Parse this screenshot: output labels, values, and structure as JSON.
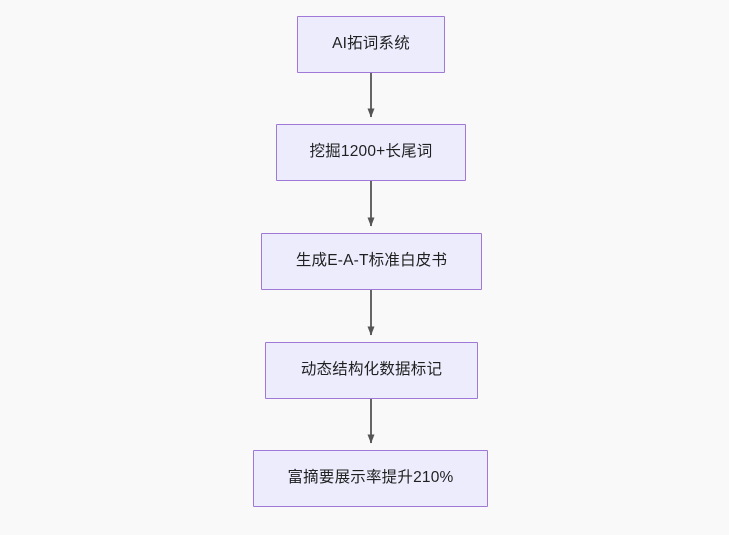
{
  "diagram": {
    "type": "flowchart",
    "direction": "top-to-bottom",
    "background_color": "#f9f9f9",
    "node_fill_color": "#ececfd",
    "node_border_color": "#9f78d8",
    "edge_color": "#666666",
    "text_color": "#1f2020",
    "nodes": [
      {
        "id": "n0",
        "label": "AI拓词系统"
      },
      {
        "id": "n1",
        "label": "挖掘1200+长尾词"
      },
      {
        "id": "n2",
        "label": "生成E-A-T标准白皮书"
      },
      {
        "id": "n3",
        "label": "动态结构化数据标记"
      },
      {
        "id": "n4",
        "label": "富摘要展示率提升210%"
      }
    ],
    "edges": [
      {
        "from": "n0",
        "to": "n1",
        "label": "",
        "arrow": "arrow-down-icon"
      },
      {
        "from": "n1",
        "to": "n2",
        "label": "",
        "arrow": "arrow-down-icon"
      },
      {
        "from": "n2",
        "to": "n3",
        "label": "",
        "arrow": "arrow-down-icon"
      },
      {
        "from": "n3",
        "to": "n4",
        "label": "",
        "arrow": "arrow-down-icon"
      }
    ]
  }
}
